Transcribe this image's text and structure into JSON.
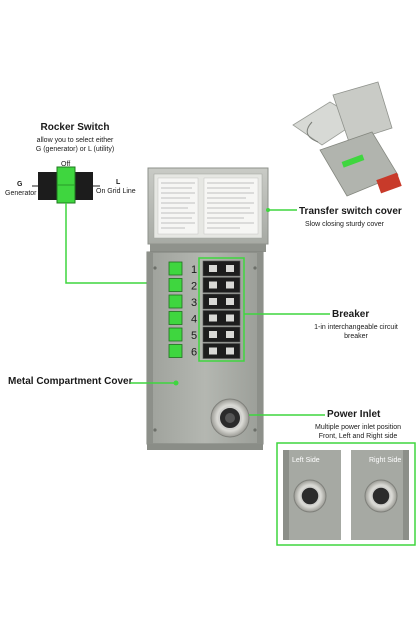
{
  "rocker": {
    "title": "Rocker Switch",
    "desc_line1": "allow you to select either",
    "desc_line2": "G (generator) or L (utility)",
    "off_label": "Off",
    "g_label": "G",
    "g_sub": "Generator",
    "l_label": "L",
    "l_sub": "On Grid Line"
  },
  "transfer_cover": {
    "title": "Transfer switch cover",
    "desc": "Slow closing sturdy cover"
  },
  "breaker": {
    "title": "Breaker",
    "desc_line1": "1-in interchangeable circuit",
    "desc_line2": "breaker"
  },
  "metal_cover": {
    "title": "Metal Compartment Cover"
  },
  "power_inlet": {
    "title": "Power Inlet",
    "desc_line1": "Multiple power inlet position",
    "desc_line2": "Front, Left and Right side"
  },
  "inset": {
    "left_label": "Left Side",
    "right_label": "Right Side"
  },
  "circuits": [
    "1",
    "2",
    "3",
    "4",
    "5",
    "6"
  ],
  "colors": {
    "accent": "#3fd63f",
    "panel": "#a9aca6",
    "panel_dark": "#7d807a"
  }
}
